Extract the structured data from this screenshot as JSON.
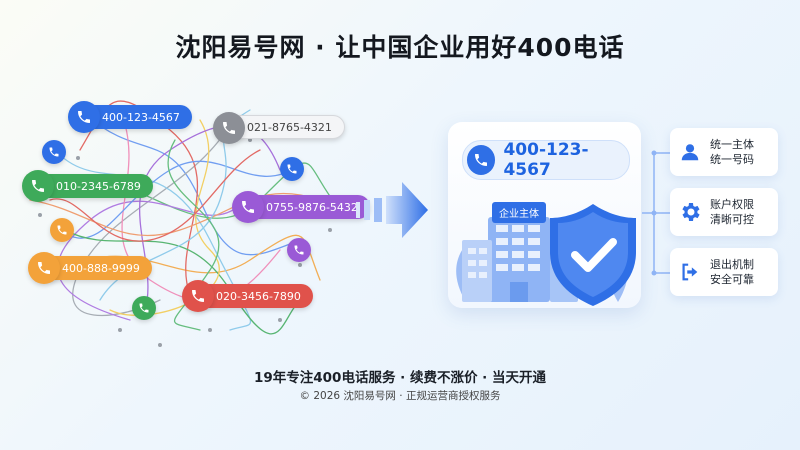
{
  "header": {
    "title": "沈阳易号网 · 让中国企业用好400电话"
  },
  "left_numbers": [
    {
      "number": "400-123-4567",
      "color": "#2f6fe6"
    },
    {
      "number": "021-8765-4321",
      "color": "#8c8f96"
    },
    {
      "number": "010-2345-6789",
      "color": "#3eaa5a"
    },
    {
      "number": "0755-9876-5432",
      "color": "#9a5ad6"
    },
    {
      "number": "400-888-9999",
      "color": "#f3a23a"
    },
    {
      "number": "020-3456-7890",
      "color": "#e0524b"
    }
  ],
  "center": {
    "number": "400-123-4567",
    "tag": "企业主体"
  },
  "features": [
    {
      "icon": "user-icon",
      "line1": "统一主体",
      "line2": "统一号码"
    },
    {
      "icon": "gear-icon",
      "line1": "账户权限",
      "line2": "清晰可控"
    },
    {
      "icon": "exit-icon",
      "line1": "退出机制",
      "line2": "安全可靠"
    }
  ],
  "footer": {
    "slogan": "19年专注400电话服务 · 续费不涨价 · 当天开通",
    "copyright": "© 2026 沈阳易号网 · 正规运营商授权服务"
  },
  "colors": {
    "accent": "#2f6fe6",
    "shield": "#2f6fe6"
  }
}
